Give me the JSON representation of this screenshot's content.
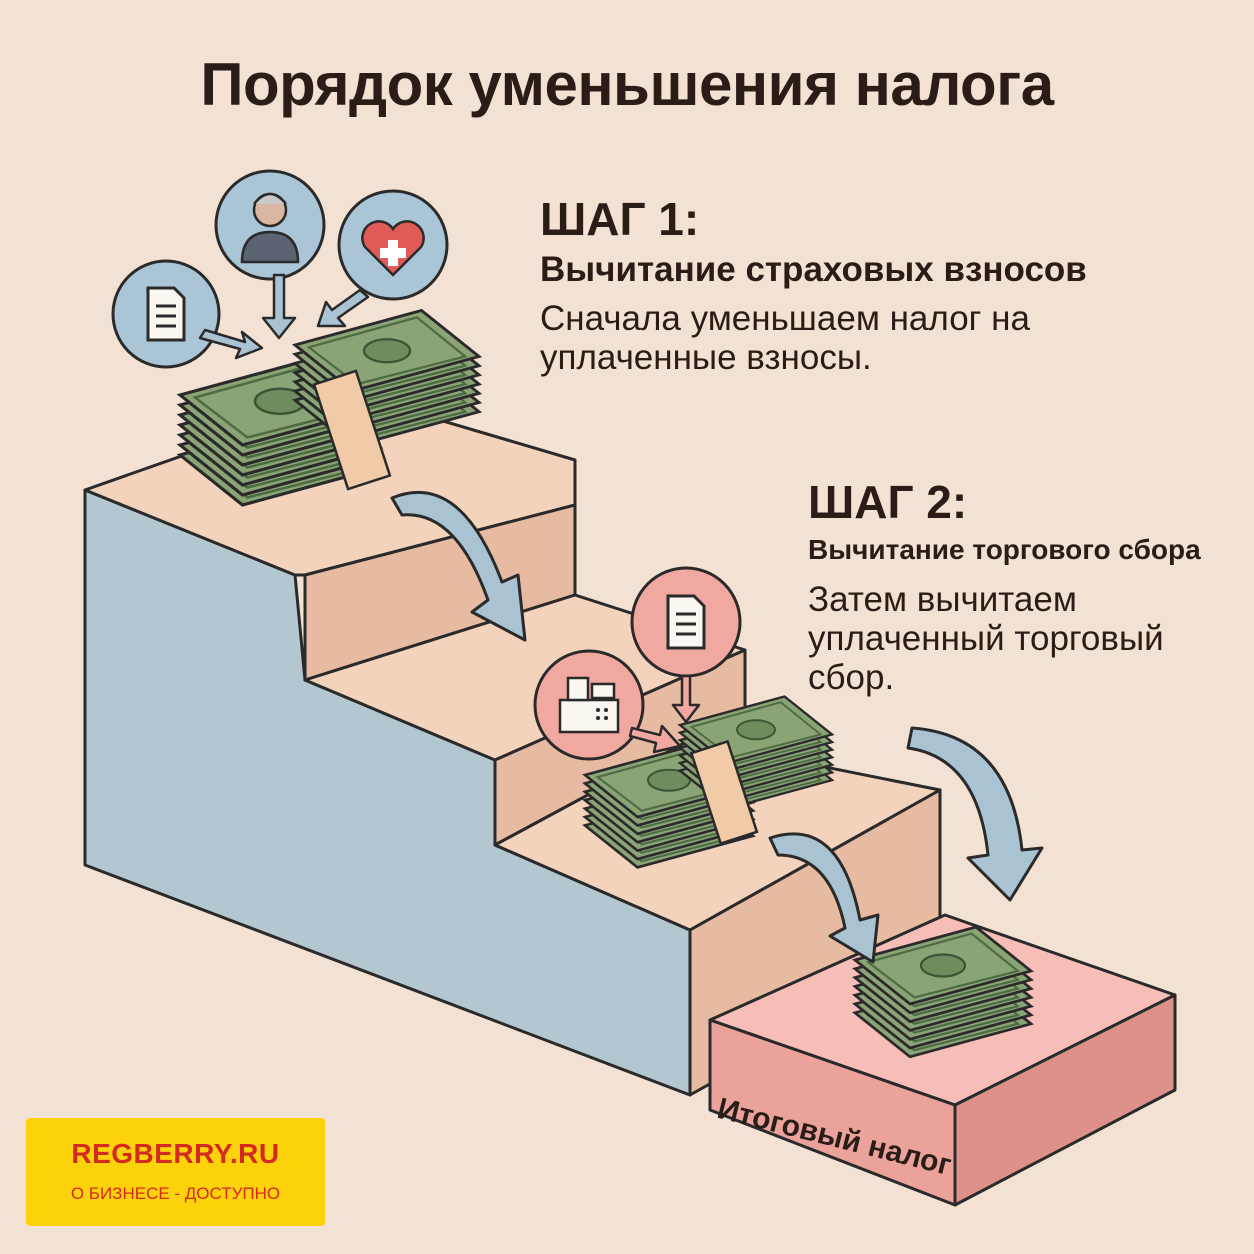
{
  "title": "Порядок уменьшения налога",
  "step1": {
    "label": "ШАГ 1:",
    "heading": "Вычитание страховых взносов",
    "text": "Сначала уменьшаем налог на уплаченные взносы."
  },
  "step2": {
    "label": "ШАГ 2:",
    "heading": "Вычитание торгового сбора",
    "text": "Затем вычитаем уплаченный торговый сбор."
  },
  "final": {
    "label": "Итоговый налог"
  },
  "brand": {
    "name": "REGBERRY.RU",
    "tagline": "О БИЗНЕСЕ - ДОСТУПНО"
  },
  "icons": [
    "document-icon",
    "pensioner-icon",
    "medical-heart-icon",
    "cash-register-icon",
    "money-stack-icon",
    "arrow-icon"
  ],
  "colors": {
    "background": "#f3e2d3",
    "stair_side": "#b3c7d0",
    "stair_top": "#f4d3bd",
    "stair_riser": "#e7baa2",
    "final_block": "#f2a9a3",
    "money": "#8aa476",
    "arrow": "#a9c3d2",
    "brand_bg": "#fcd20a",
    "brand_text": "#d42a1f"
  }
}
